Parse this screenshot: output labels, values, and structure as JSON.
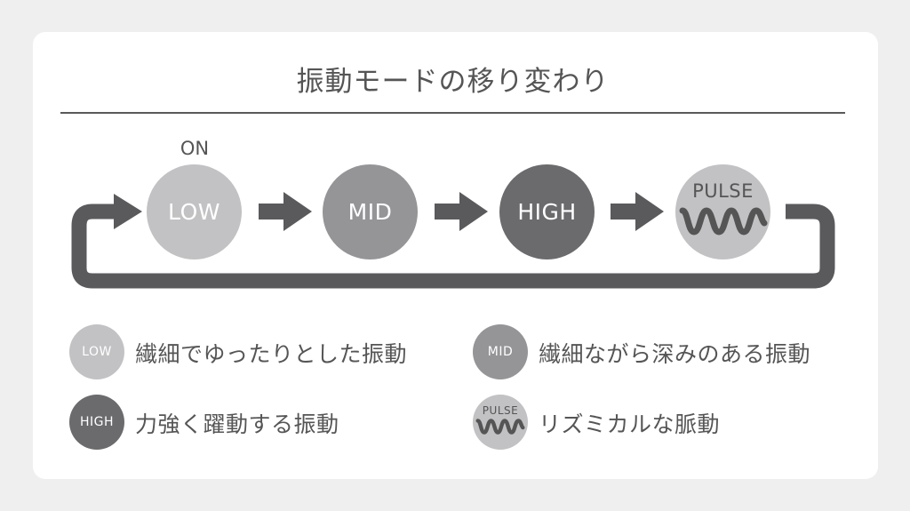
{
  "title": "振動モードの移り変わり",
  "on_label": "ON",
  "modes": {
    "low": "LOW",
    "mid": "MID",
    "high": "HIGH",
    "pulse": "PULSE"
  },
  "legend": {
    "low": "繊細でゆったりとした振動",
    "mid": "繊細ながら深みのある振動",
    "high": "力強く躍動する振動",
    "pulse": "リズミカルな脈動"
  },
  "colors": {
    "low": "#c2c2c4",
    "mid": "#959497",
    "high": "#6b6a6d",
    "pulse": "#c2c2c4",
    "arrow": "#5a595c"
  }
}
